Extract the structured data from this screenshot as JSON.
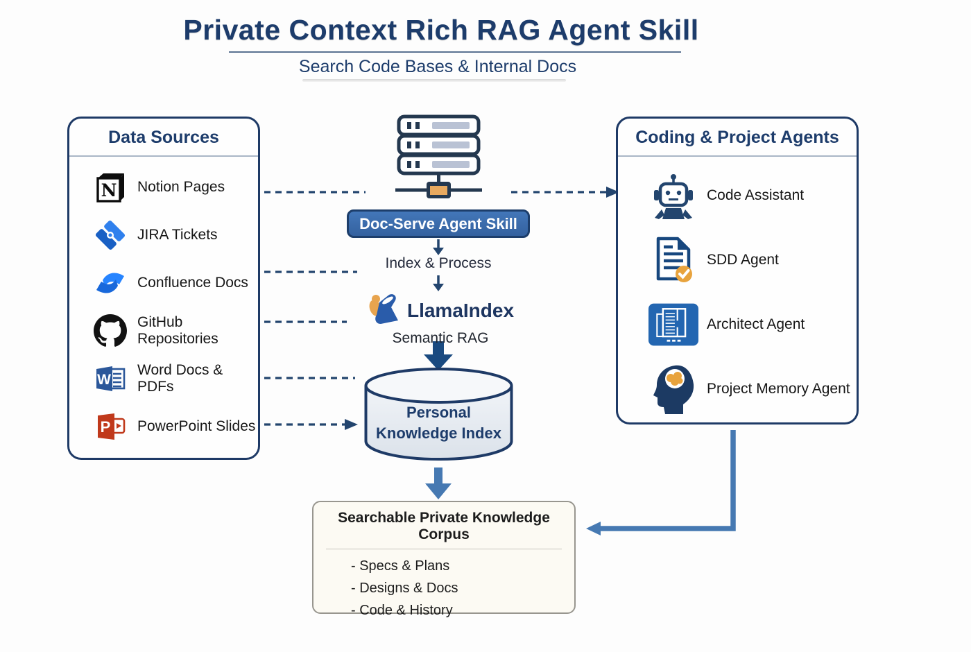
{
  "title": "Private Context Rich RAG Agent Skill",
  "subtitle": "Search Code Bases & Internal Docs",
  "data_sources": {
    "title": "Data Sources",
    "items": [
      {
        "label": "Notion Pages",
        "icon": "notion-icon"
      },
      {
        "label": "JIRA Tickets",
        "icon": "jira-icon"
      },
      {
        "label": "Confluence Docs",
        "icon": "confluence-icon"
      },
      {
        "label": "GitHub Repositories",
        "icon": "github-icon"
      },
      {
        "label": "Word Docs & PDFs",
        "icon": "word-icon"
      },
      {
        "label": "PowerPoint Slides",
        "icon": "powerpoint-icon"
      }
    ]
  },
  "pipeline": {
    "server_icon": "server-stack-icon",
    "skill_badge": "Doc-Serve Agent Skill",
    "step_label": "Index & Process",
    "engine_icon": "llamaindex-logo-icon",
    "engine_name": "LlamaIndex",
    "engine_sub": "Semantic RAG",
    "store_line1": "Personal",
    "store_line2": "Knowledge Index"
  },
  "agents": {
    "title": "Coding & Project Agents",
    "items": [
      {
        "label": "Code Assistant",
        "icon": "robot-icon"
      },
      {
        "label": "SDD Agent",
        "icon": "document-check-icon"
      },
      {
        "label": "Architect Agent",
        "icon": "blueprint-icon"
      },
      {
        "label": "Project Memory Agent",
        "icon": "brain-head-icon"
      }
    ]
  },
  "corpus": {
    "title": "Searchable Private Knowledge Corpus",
    "items": [
      "- Specs & Plans",
      "- Designs & Docs",
      "- Code & History"
    ]
  },
  "colors": {
    "navy": "#1e3a66",
    "dash_navy": "#23456e",
    "steel_blue": "#4679b2",
    "button_blue": "#3a6cb0",
    "accent_orange": "#e8a95f",
    "corpus_bg": "#fcfaf3"
  }
}
